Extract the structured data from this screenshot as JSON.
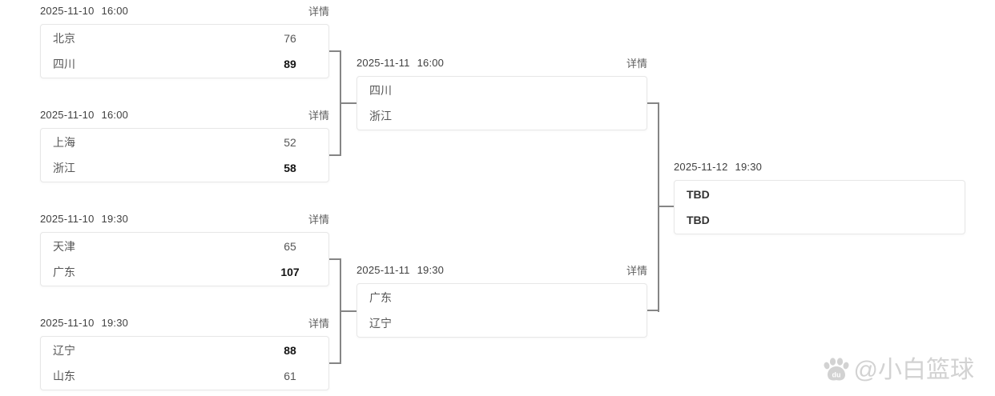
{
  "labels": {
    "details": "详情"
  },
  "matches": [
    {
      "round": "quarterfinal",
      "date": "2025-11-10",
      "time": "16:00",
      "details_label": "详情",
      "teams": [
        {
          "name": "北京",
          "score": "76",
          "winner": false
        },
        {
          "name": "四川",
          "score": "89",
          "winner": true
        }
      ]
    },
    {
      "round": "quarterfinal",
      "date": "2025-11-10",
      "time": "16:00",
      "details_label": "详情",
      "teams": [
        {
          "name": "上海",
          "score": "52",
          "winner": false
        },
        {
          "name": "浙江",
          "score": "58",
          "winner": true
        }
      ]
    },
    {
      "round": "quarterfinal",
      "date": "2025-11-10",
      "time": "19:30",
      "details_label": "详情",
      "teams": [
        {
          "name": "天津",
          "score": "65",
          "winner": false
        },
        {
          "name": "广东",
          "score": "107",
          "winner": true
        }
      ]
    },
    {
      "round": "quarterfinal",
      "date": "2025-11-10",
      "time": "19:30",
      "details_label": "详情",
      "teams": [
        {
          "name": "辽宁",
          "score": "88",
          "winner": true
        },
        {
          "name": "山东",
          "score": "61",
          "winner": false
        }
      ]
    },
    {
      "round": "semifinal",
      "date": "2025-11-11",
      "time": "16:00",
      "details_label": "详情",
      "teams": [
        {
          "name": "四川"
        },
        {
          "name": "浙江"
        }
      ]
    },
    {
      "round": "semifinal",
      "date": "2025-11-11",
      "time": "19:30",
      "details_label": "详情",
      "teams": [
        {
          "name": "广东"
        },
        {
          "name": "辽宁"
        }
      ]
    },
    {
      "round": "final",
      "date": "2025-11-12",
      "time": "19:30",
      "teams": [
        {
          "name": "TBD"
        },
        {
          "name": "TBD"
        }
      ]
    }
  ],
  "watermark": {
    "text": "@小白篮球",
    "icon": "baidu-paw-icon",
    "icon_label": "du"
  },
  "colors": {
    "connector": "#858585",
    "card_border": "#e7e7e7",
    "winner_score": "#141414",
    "team_text": "#565656",
    "watermark": "#d2d2d2",
    "background": "#ffffff"
  }
}
